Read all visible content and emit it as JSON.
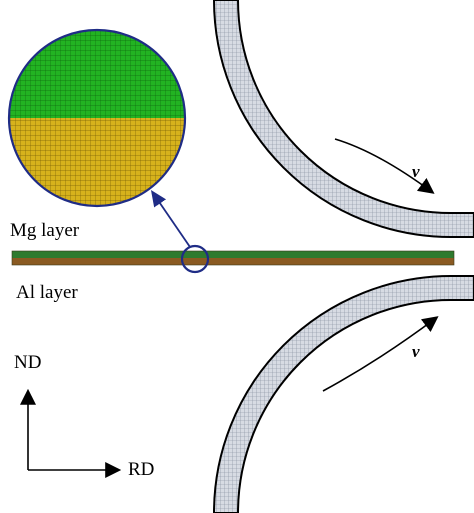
{
  "labels": {
    "mg_layer": "Mg layer",
    "al_layer": "Al layer",
    "nd_axis": "ND",
    "rd_axis": "RD",
    "velocity_top": "v",
    "velocity_bottom": "v"
  },
  "colors": {
    "mg_green": "#22b322",
    "al_gold": "#d6b21c",
    "strip_green": "#2e7a2e",
    "strip_brown": "#8a5a22",
    "roll_fill": "#c8cdd8",
    "roll_mesh": "#7f8899",
    "callout_blue": "#1f2c86",
    "axis_black": "#000000"
  },
  "icons": {
    "zoom_callout": "magnifier-circle",
    "roll_direction": "curved-arrow"
  }
}
